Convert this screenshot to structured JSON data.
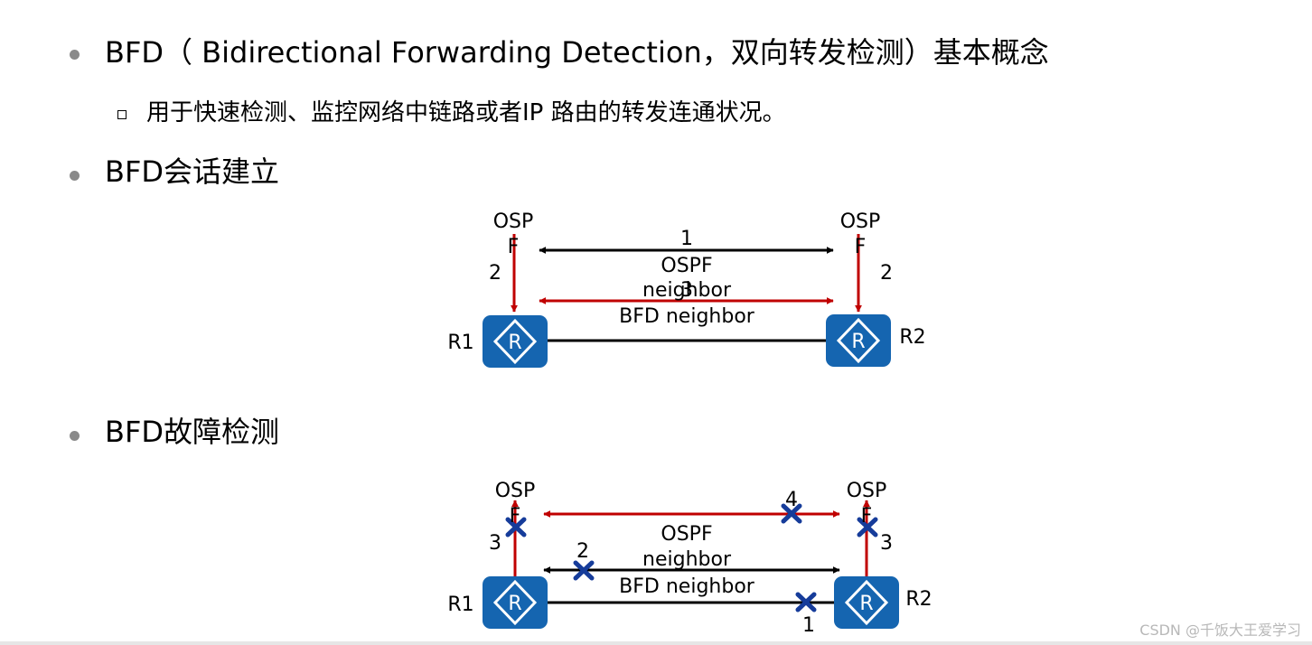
{
  "bullets": {
    "b1": "BFD（ Bidirectional Forwarding Detection，双向转发检测）基本概念",
    "b1_sub": "用于快速检测、监控网络中链路或者IP 路由的转发连通状况。",
    "b2": "BFD会话建立",
    "b3": "BFD故障检测"
  },
  "diagram1": {
    "ospf_left": "OSP",
    "ospf_left_f": "F",
    "ospf_right": "OSP",
    "ospf_right_f": "F",
    "step1": "1",
    "step2_left": "2",
    "step2_right": "2",
    "step3": "3",
    "ospf_neighbor_1": "OSPF",
    "ospf_neighbor_2": "neighbor",
    "bfd_neighbor": "BFD neighbor",
    "r1": "R1",
    "r2": "R2",
    "router_glyph": "R"
  },
  "diagram2": {
    "ospf_left": "OSP",
    "ospf_left_f": "F",
    "ospf_right": "OSP",
    "ospf_right_f": "F",
    "step1": "1",
    "step2": "2",
    "step3_left": "3",
    "step3_right": "3",
    "step4": "4",
    "ospf_neighbor_1": "OSPF",
    "ospf_neighbor_2": "neighbor",
    "bfd_neighbor": "BFD neighbor",
    "r1": "R1",
    "r2": "R2",
    "router_glyph": "R"
  },
  "colors": {
    "router": "#1565b0",
    "red_arrow": "#c00000",
    "black_arrow": "#000000",
    "fail_mark": "#163c9a"
  },
  "watermark": "CSDN @千饭大王爱学习"
}
